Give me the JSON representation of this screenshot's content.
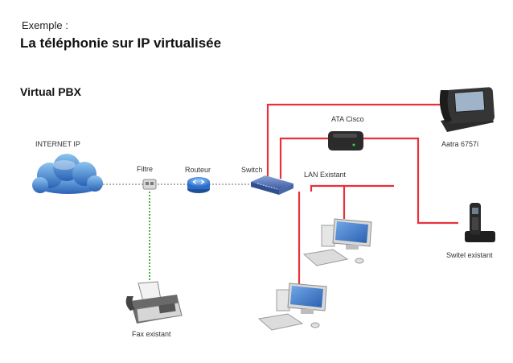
{
  "header": {
    "subtitle": "Exemple :",
    "title": "La téléphonie sur IP virtualisée",
    "section": "Virtual PBX"
  },
  "labels": {
    "internet": "INTERNET IP",
    "filter": "Filtre",
    "router": "Routeur",
    "switch": "Switch",
    "ata": "ATA Cisco",
    "lan": "LAN Existant",
    "ip_phone": "Aatra 6757i",
    "dect_phone": "Switel existant",
    "fax": "Fax existant"
  },
  "colors": {
    "red_link": "#e8313a",
    "green_link": "#4fae4f",
    "gray_link": "#9a9a9a",
    "cloud_blue": "#2f6fc2"
  },
  "icons": [
    "cloud-icon",
    "filter-icon",
    "router-icon",
    "switch-icon",
    "ata-icon",
    "ip-phone-icon",
    "dect-phone-icon",
    "computer-icon",
    "fax-icon"
  ]
}
